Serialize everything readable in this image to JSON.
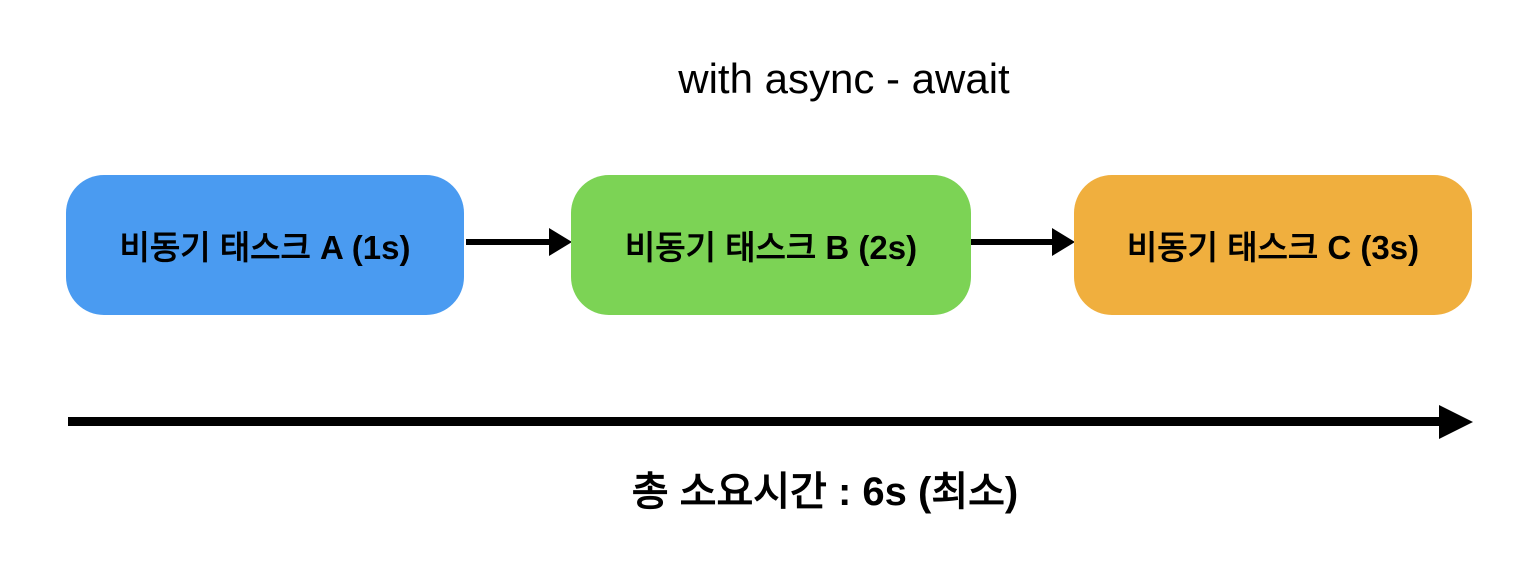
{
  "title": "with async - await",
  "tasks": [
    {
      "label": "비동기 태스크 A (1s)",
      "color": "#4A9BF1"
    },
    {
      "label": "비동기 태스크 B (2s)",
      "color": "#7CD355"
    },
    {
      "label": "비동기 태스크 C (3s)",
      "color": "#F0AF3E"
    }
  ],
  "timeline": {
    "total_label": "총 소요시간 : 6s (최소)"
  },
  "colors": {
    "arrow": "#000000",
    "background": "#FFFFFF",
    "text": "#000000"
  }
}
